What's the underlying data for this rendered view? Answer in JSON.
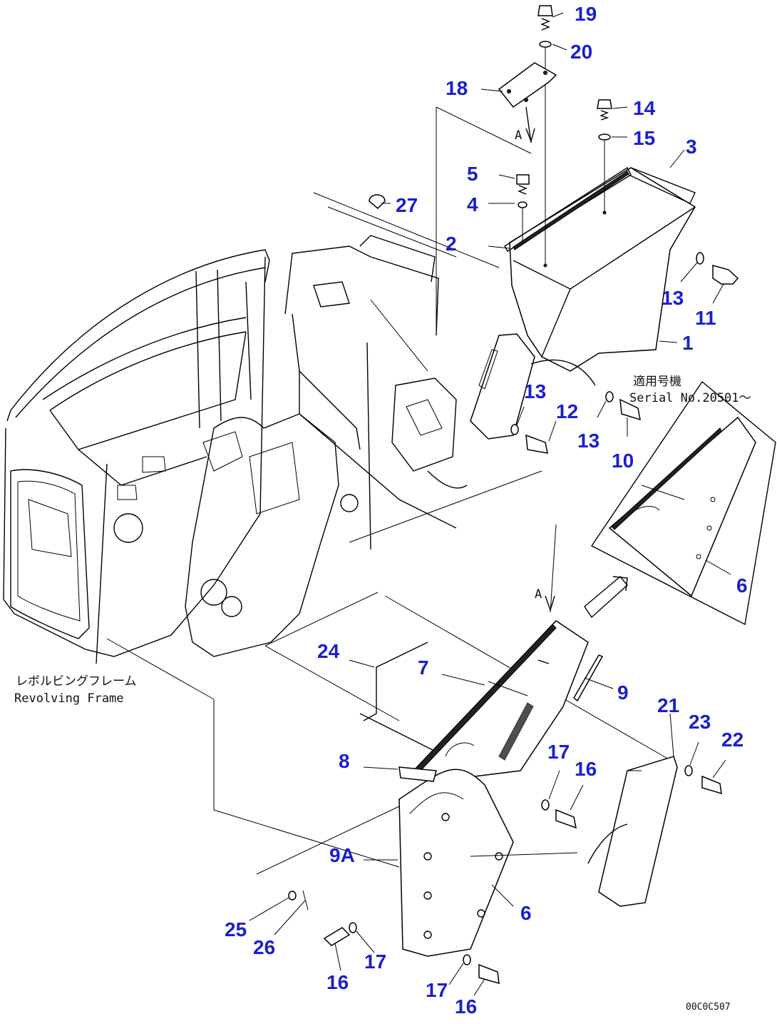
{
  "frame_label": {
    "jp": "レボルビングフレーム",
    "en": "Revolving Frame"
  },
  "serial_note": {
    "jp": "適用号機",
    "en": "Serial No.20501～"
  },
  "drawing_code": "00C0C507",
  "arrow_marks": [
    "A",
    "A"
  ],
  "callouts": {
    "c19": "19",
    "c20": "20",
    "c18": "18",
    "c14": "14",
    "c15": "15",
    "c3": "3",
    "c5": "5",
    "c4": "4",
    "c27": "27",
    "c2": "2",
    "c13a": "13",
    "c11": "11",
    "c1": "1",
    "c13b": "13",
    "c12": "12",
    "c13c": "13",
    "c10": "10",
    "c6a": "6",
    "c24": "24",
    "c7": "7",
    "c9": "9",
    "c21": "21",
    "c23": "23",
    "c22": "22",
    "c8": "8",
    "c17a": "17",
    "c16a": "16",
    "c9A": "9A",
    "c6b": "6",
    "c25": "25",
    "c26": "26",
    "c17b": "17",
    "c16b": "16",
    "c17c": "17",
    "c16c": "16"
  }
}
